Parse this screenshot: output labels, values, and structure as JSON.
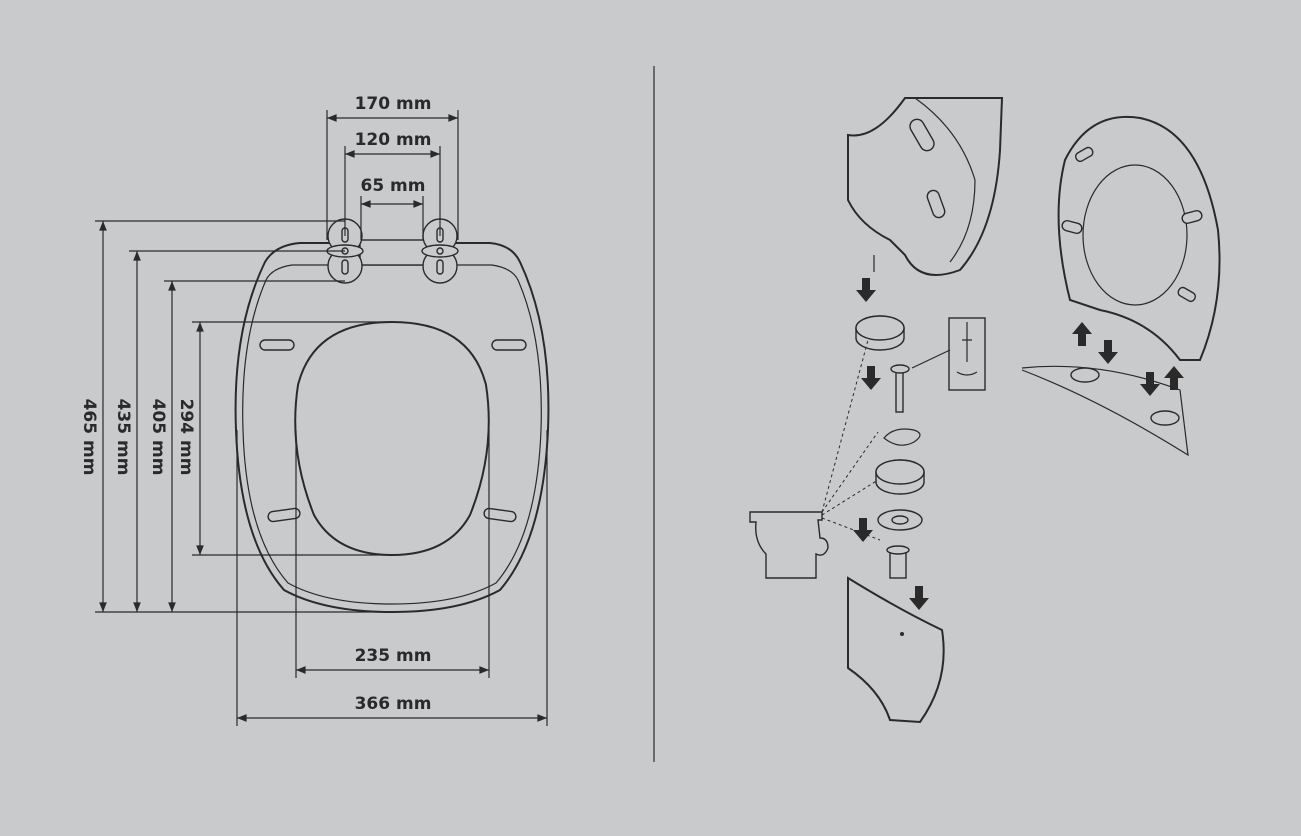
{
  "dimensions": {
    "width_hinge_outer": "170 mm",
    "width_hinge_inner": "120 mm",
    "width_hinge_holes": "65 mm",
    "length_total": "465 mm",
    "length_from_hinge_back": "435 mm",
    "length_from_hinge_center": "405 mm",
    "opening_length": "294 mm",
    "opening_width": "235 mm",
    "width_total": "366 mm"
  },
  "colors": {
    "background": "#c9cacb",
    "line": "#2a2a2a"
  }
}
